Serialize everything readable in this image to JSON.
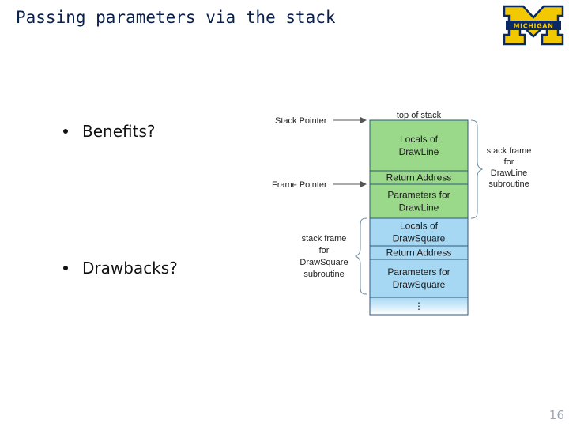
{
  "slide": {
    "title": "Passing parameters via the stack",
    "page_number": "16"
  },
  "logo": {
    "text": "MICHIGAN",
    "colors": {
      "maize": "#f2c800",
      "blue": "#0b2a63"
    }
  },
  "bullets": [
    {
      "text": "Benefits?"
    },
    {
      "text": "Drawbacks?"
    }
  ],
  "diagram": {
    "top_label": "top of stack",
    "pointers": {
      "stack_pointer": "Stack Pointer",
      "frame_pointer": "Frame Pointer"
    },
    "cells": [
      {
        "lines": [
          "Locals of",
          "DrawLine"
        ],
        "frame": "drawline"
      },
      {
        "lines": [
          "Return Address"
        ],
        "frame": "drawline"
      },
      {
        "lines": [
          "Parameters for",
          "DrawLine"
        ],
        "frame": "drawline"
      },
      {
        "lines": [
          "Locals of",
          "DrawSquare"
        ],
        "frame": "drawsquare"
      },
      {
        "lines": [
          "Return Address"
        ],
        "frame": "drawsquare"
      },
      {
        "lines": [
          "Parameters for",
          "DrawSquare"
        ],
        "frame": "drawsquare"
      },
      {
        "lines": [
          "⋮"
        ],
        "frame": "drawsquare"
      }
    ],
    "right_brace_label": [
      "stack frame",
      "for",
      "DrawLine",
      "subroutine"
    ],
    "left_brace_label": [
      "stack frame",
      "for",
      "DrawSquare",
      "subroutine"
    ],
    "colors": {
      "drawline_fill": "#9ad98a",
      "drawsquare_fill": "#a6d8f4",
      "border": "#2d5a7c"
    }
  }
}
